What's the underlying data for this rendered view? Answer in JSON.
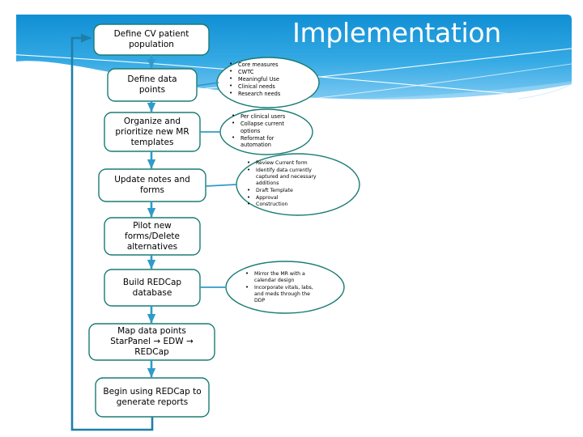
{
  "slide": {
    "title": "Implementation",
    "background_color": "#ffffff",
    "banner": {
      "gradient_from": "#1798d8",
      "gradient_to": "#8fd2f4",
      "swoosh_color": "#ffffff",
      "title_color": "#ffffff"
    },
    "palette": {
      "box_border": "#1a7b74",
      "ellipse_border": "#1a7b74",
      "connector": "#2e9bc9",
      "loop_arrow": "#1f7fa8",
      "text": "#000000"
    }
  },
  "flowchart": {
    "steps": [
      {
        "id": "define-cv-patient-population",
        "label": "Define CV patient\npopulation"
      },
      {
        "id": "define-data-points",
        "label": "Define data\npoints"
      },
      {
        "id": "organize-prioritize-templates",
        "label": "Organize and\nprioritize new MR\ntemplates"
      },
      {
        "id": "update-notes-and-forms",
        "label": "Update notes and\nforms"
      },
      {
        "id": "pilot-new-forms",
        "label": "Pilot new\nforms/Delete\nalternatives"
      },
      {
        "id": "build-redcap-database",
        "label": "Build REDCap\ndatabase"
      },
      {
        "id": "map-data-points",
        "label": "Map data points\nStarPanel → EDW → REDCap"
      },
      {
        "id": "begin-using-redcap",
        "label": "Begin using REDCap to\ngenerate reports"
      }
    ],
    "annotations": [
      {
        "id": "data-points-sources",
        "attached_to": "define-data-points",
        "items": [
          "Core measures",
          "CWTC",
          "Meaningful Use",
          "Clinical needs",
          "Research needs"
        ]
      },
      {
        "id": "template-priorities",
        "attached_to": "organize-prioritize-templates",
        "items": [
          "Per clinical users",
          "Collapse current options",
          "Reformat for automation"
        ]
      },
      {
        "id": "notes-forms-process",
        "attached_to": "update-notes-and-forms",
        "items": [
          "Review Current form",
          "Identify data currently captured and necessary additions",
          "Draft Template",
          "Approval",
          "Construction"
        ]
      },
      {
        "id": "redcap-design",
        "attached_to": "build-redcap-database",
        "items": [
          "Mirror the MR with a calendar design",
          "Incorporate vitals, labs, and meds through the DDP"
        ]
      }
    ],
    "feedback_loop": {
      "from": "begin-using-redcap",
      "to": "define-cv-patient-population",
      "label": ""
    }
  }
}
